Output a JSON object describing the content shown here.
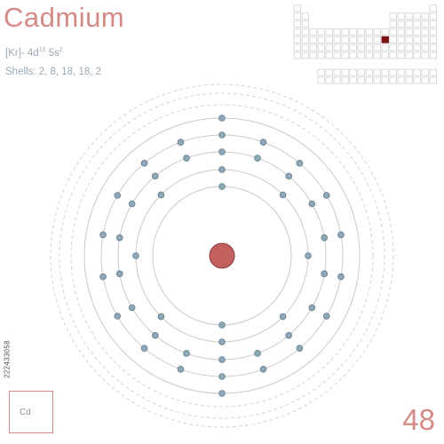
{
  "element": {
    "name": "Cadmium",
    "config_core": "[Kr]- 4d",
    "config_d_exp": "10",
    "config_s": " 5s",
    "config_s_exp": "2",
    "shells_text": "Shells: 2, 8, 18, 18, 2",
    "shells": [
      2,
      8,
      18,
      18,
      2
    ],
    "symbol": "Cd",
    "atomic_number": "48"
  },
  "periodic_table": {
    "highlight_period": 5,
    "highlight_group": 12
  },
  "stock_id": "222433058",
  "colors": {
    "accent": "#d48a86",
    "text": "#9aa9b5",
    "nucleus": "#c1605e",
    "electron": "#8fa8b8",
    "orbit": "#cfc7c7",
    "highlight": "#7a1414"
  }
}
